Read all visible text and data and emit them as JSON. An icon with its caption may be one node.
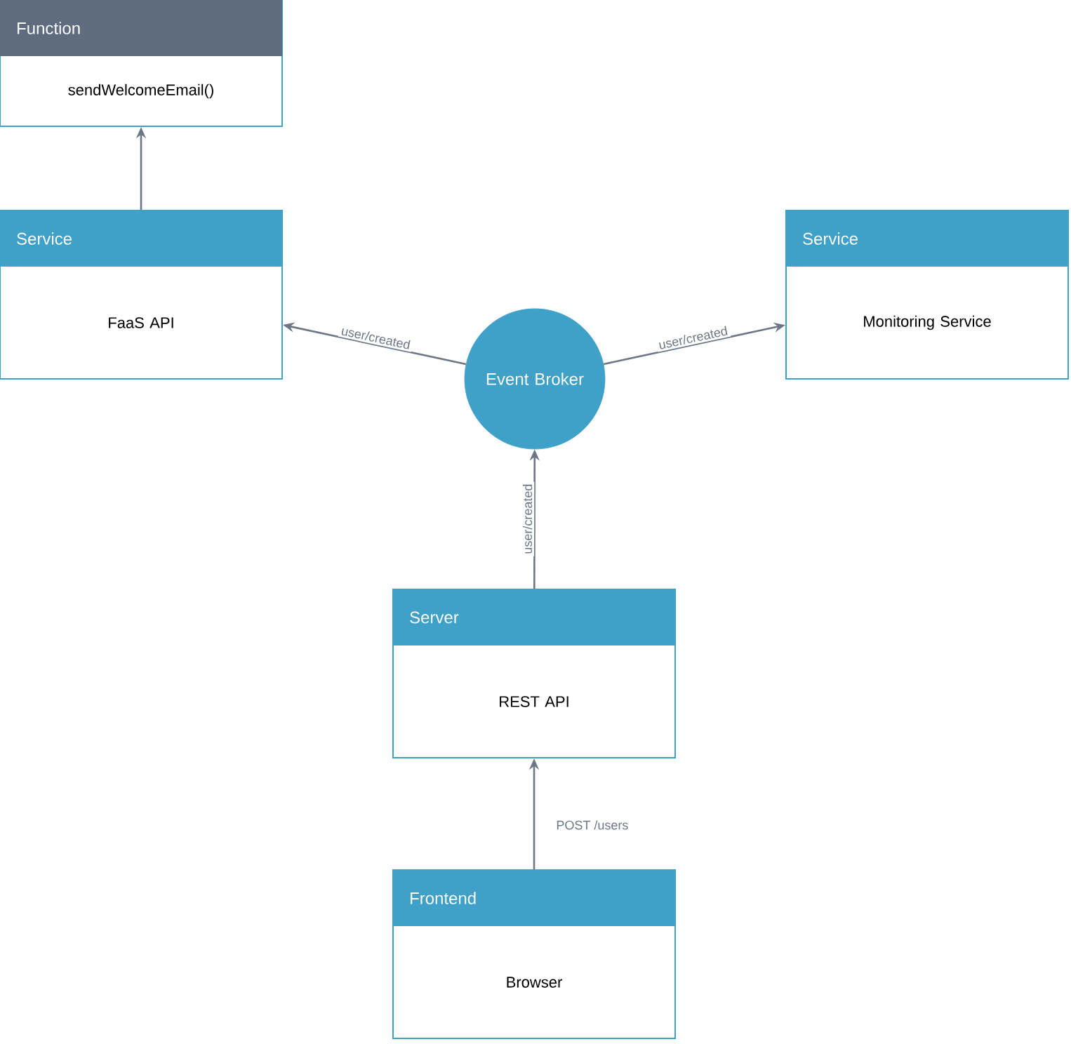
{
  "diagram": {
    "nodes": [
      {
        "text": [
          "Function",
          "sendWelcomeEmail()"
        ]
      },
      {
        "text": [
          "Service",
          "FaaS API"
        ]
      },
      {
        "text": [
          "Service",
          "Monitoring Service"
        ]
      },
      {
        "text": [
          "Event Broker"
        ]
      },
      {
        "text": [
          "Server",
          "REST API"
        ]
      },
      {
        "text": [
          "Frontend",
          "Browser"
        ]
      }
    ],
    "edges": [
      {
        "from": 1,
        "to": 0,
        "arrow": "to"
      },
      {
        "from": 3,
        "to": 1,
        "arrow": "to",
        "label": "user/created"
      },
      {
        "from": 3,
        "to": 2,
        "arrow": "to",
        "label": "user/created"
      },
      {
        "from": 4,
        "to": 3,
        "arrow": "to",
        "label": "user/created"
      },
      {
        "from": 5,
        "to": 4,
        "arrow": "to",
        "label": "POST /users"
      }
    ]
  }
}
